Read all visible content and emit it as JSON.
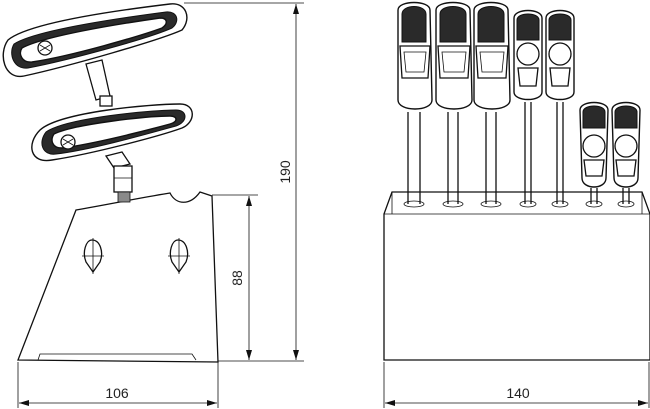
{
  "dimensions": {
    "left_width": "106",
    "base_height": "88",
    "total_height": "190",
    "right_width": "140"
  },
  "colors": {
    "line": "#111111",
    "handle_grip": "#2a2a2a",
    "background": "#ffffff"
  }
}
